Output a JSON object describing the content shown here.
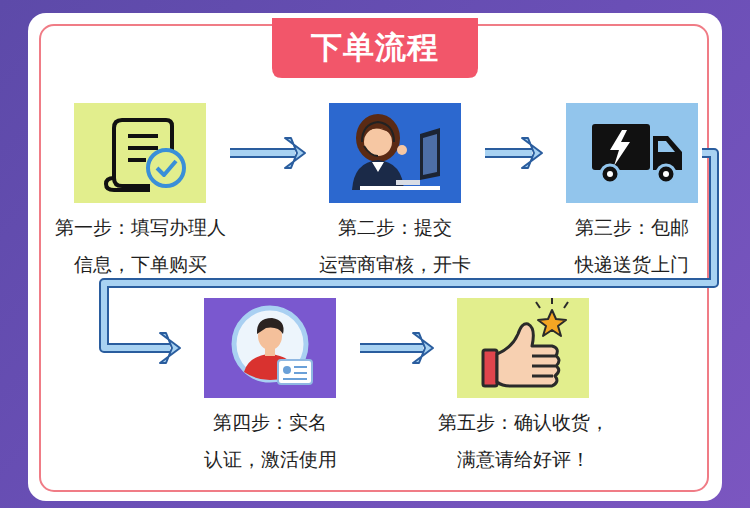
{
  "diagram": {
    "title": "下单流程",
    "nodes": [
      {
        "text": [
          "第一步：填写办理人 信息，下单购买"
        ]
      },
      {
        "text": [
          "第二步：提交 运营商审核，开卡"
        ]
      },
      {
        "text": [
          "第三步：包邮 快递送货上门"
        ]
      },
      {
        "text": [
          "第四步：实名 认证，激活使用"
        ]
      },
      {
        "text": [
          "第五步：确认收货， 满意请给好评！"
        ]
      }
    ],
    "edges": [
      {
        "from": 0,
        "to": 1,
        "arrow": "to"
      },
      {
        "from": 1,
        "to": 2,
        "arrow": "to"
      },
      {
        "from": 2,
        "to": 3,
        "arrow": "to"
      },
      {
        "from": 3,
        "to": 4,
        "arrow": "to"
      }
    ]
  }
}
